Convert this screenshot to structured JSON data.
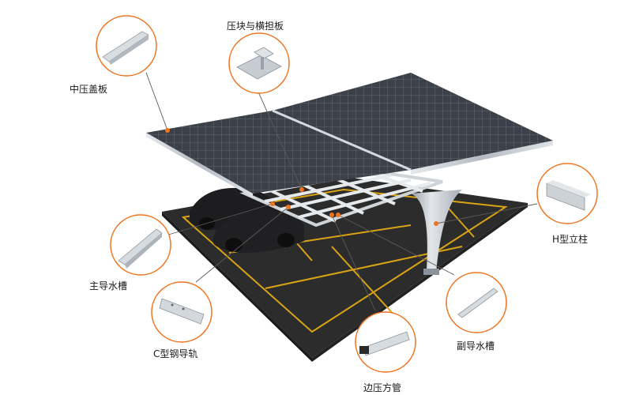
{
  "callouts": {
    "zhongya": {
      "label": "中压盖板"
    },
    "yakuai": {
      "label": "压块与横担板"
    },
    "hxing": {
      "label": "H型立柱"
    },
    "zhudao": {
      "label": "主导水槽"
    },
    "cxing": {
      "label": "C型钢导轨"
    },
    "fudao": {
      "label": "副导水槽"
    },
    "bianya": {
      "label": "边压方管"
    }
  },
  "colors": {
    "accent": "#f0731e",
    "panel": "#3b4048",
    "aluminum": "#c9ced3",
    "ground": "#2a2a2a",
    "parking_line": "#d9a413"
  }
}
